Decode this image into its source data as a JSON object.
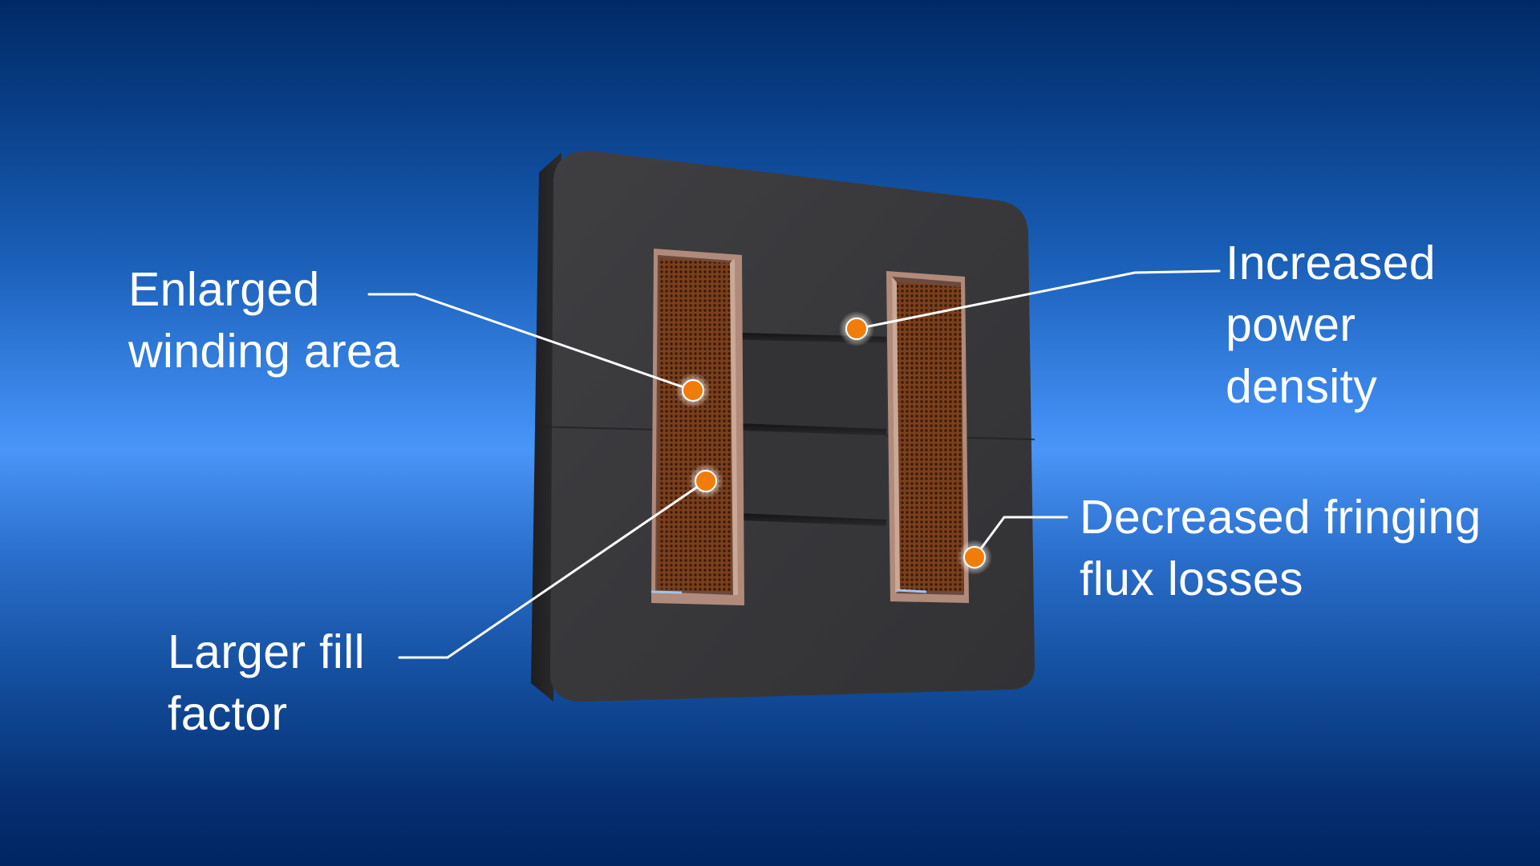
{
  "callouts": {
    "enlarged_winding_area": {
      "lines": [
        "Enlarged",
        "winding area"
      ]
    },
    "larger_fill_factor": {
      "lines": [
        "Larger fill",
        "factor"
      ]
    },
    "increased_power_density": {
      "lines": [
        "Increased",
        "power",
        "density"
      ]
    },
    "decreased_fringing_flux_losses": {
      "lines": [
        "Decreased fringing",
        "flux losses"
      ]
    }
  },
  "colors": {
    "marker": "#f07d0a",
    "leader_line": "#ffffff",
    "core": "#3a3a3c",
    "winding": "#8a4a22",
    "label_text": "#ffffff"
  }
}
